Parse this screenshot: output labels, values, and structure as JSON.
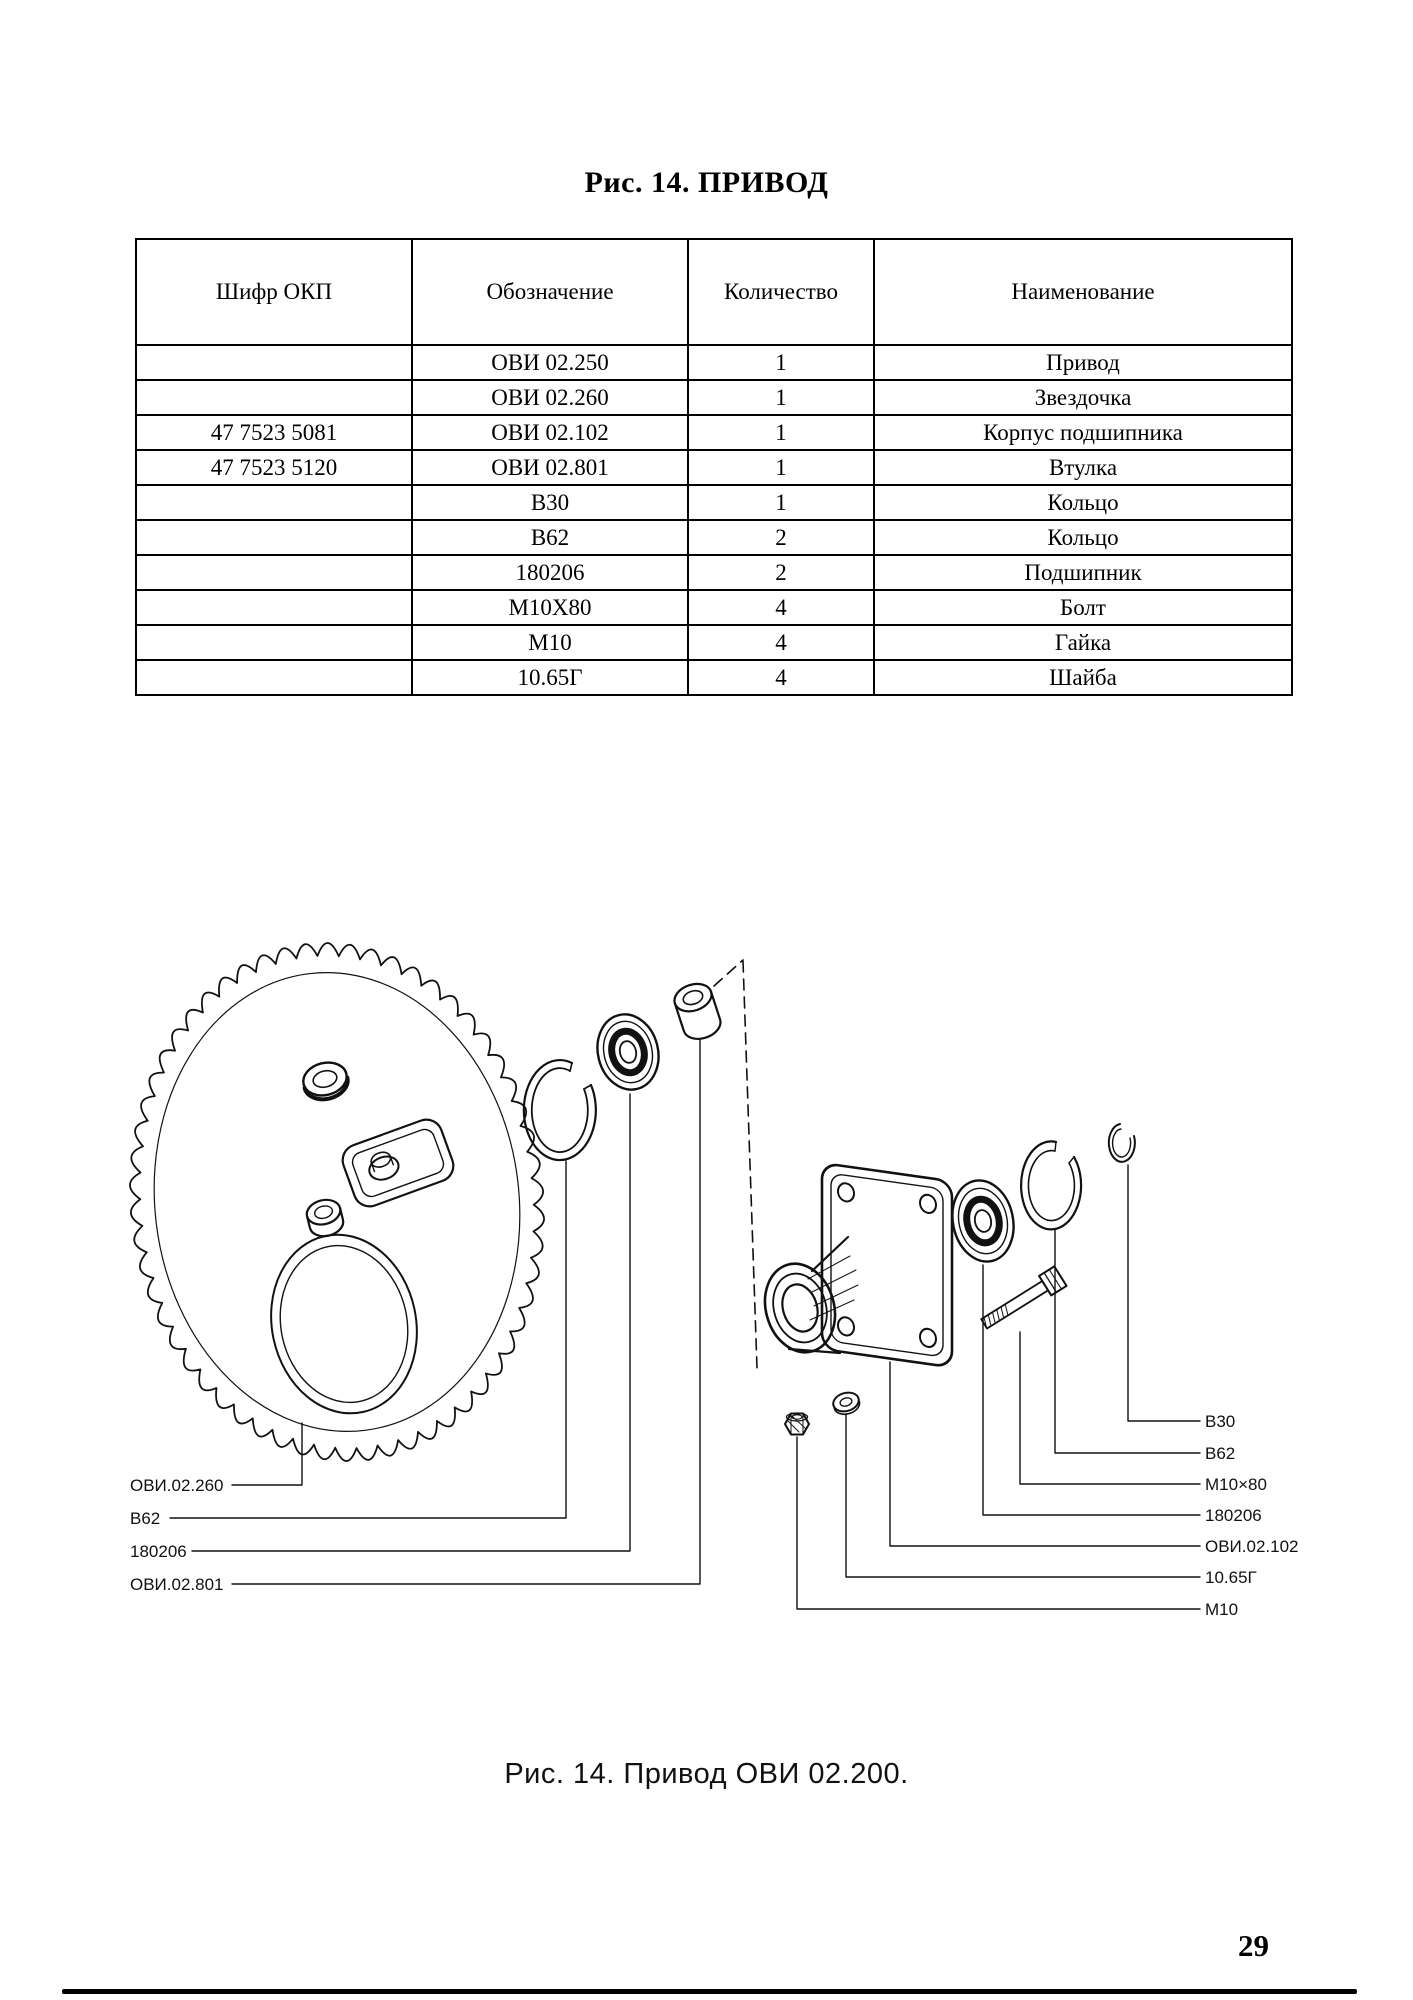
{
  "page": {
    "title": "Рис. 14. ПРИВОД",
    "caption": "Рис. 14. Привод ОВИ 02.200.",
    "page_number": "29"
  },
  "table": {
    "headers": [
      "Шифр ОКП",
      "Обозначение",
      "Количество",
      "Наименование"
    ],
    "rows": [
      [
        "",
        "ОВИ 02.250",
        "1",
        "Привод"
      ],
      [
        "",
        "ОВИ 02.260",
        "1",
        "Звездочка"
      ],
      [
        "47 7523 5081",
        "ОВИ 02.102",
        "1",
        "Корпус подшипника"
      ],
      [
        "47 7523 5120",
        "ОВИ 02.801",
        "1",
        "Втулка"
      ],
      [
        "",
        "В30",
        "1",
        "Кольцо"
      ],
      [
        "",
        "В62",
        "2",
        "Кольцо"
      ],
      [
        "",
        "180206",
        "2",
        "Подшипник"
      ],
      [
        "",
        "М10Х80",
        "4",
        "Болт"
      ],
      [
        "",
        "М10",
        "4",
        "Гайка"
      ],
      [
        "",
        "10.65Г",
        "4",
        "Шайба"
      ]
    ]
  },
  "diagram": {
    "left_labels": [
      "ОВИ.02.260",
      "В62",
      "180206",
      "ОВИ.02.801"
    ],
    "right_labels": [
      "В30",
      "В62",
      "М10×80",
      "180206",
      "ОВИ.02.102",
      "10.65Г",
      "М10"
    ]
  }
}
